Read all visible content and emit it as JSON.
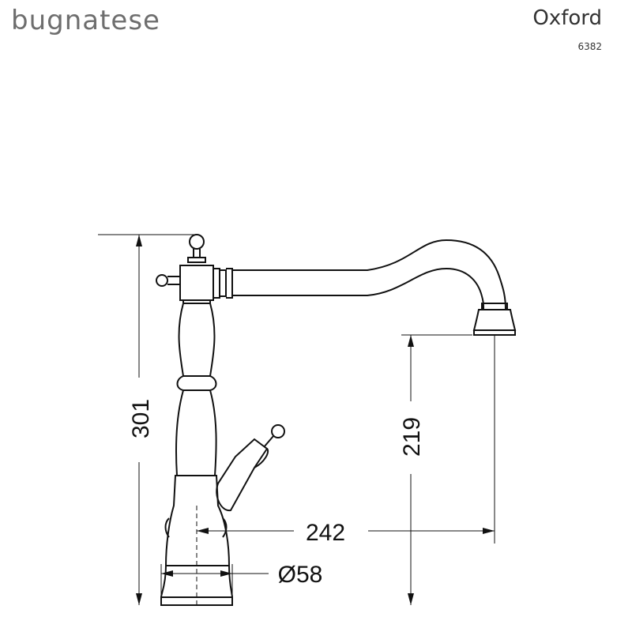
{
  "header": {
    "brand": "bugnatese",
    "model": "Oxford",
    "code": "6382"
  },
  "dimensions": {
    "height_total": "301",
    "spout_height": "219",
    "spout_reach": "242",
    "base_diameter": "Ø58"
  }
}
